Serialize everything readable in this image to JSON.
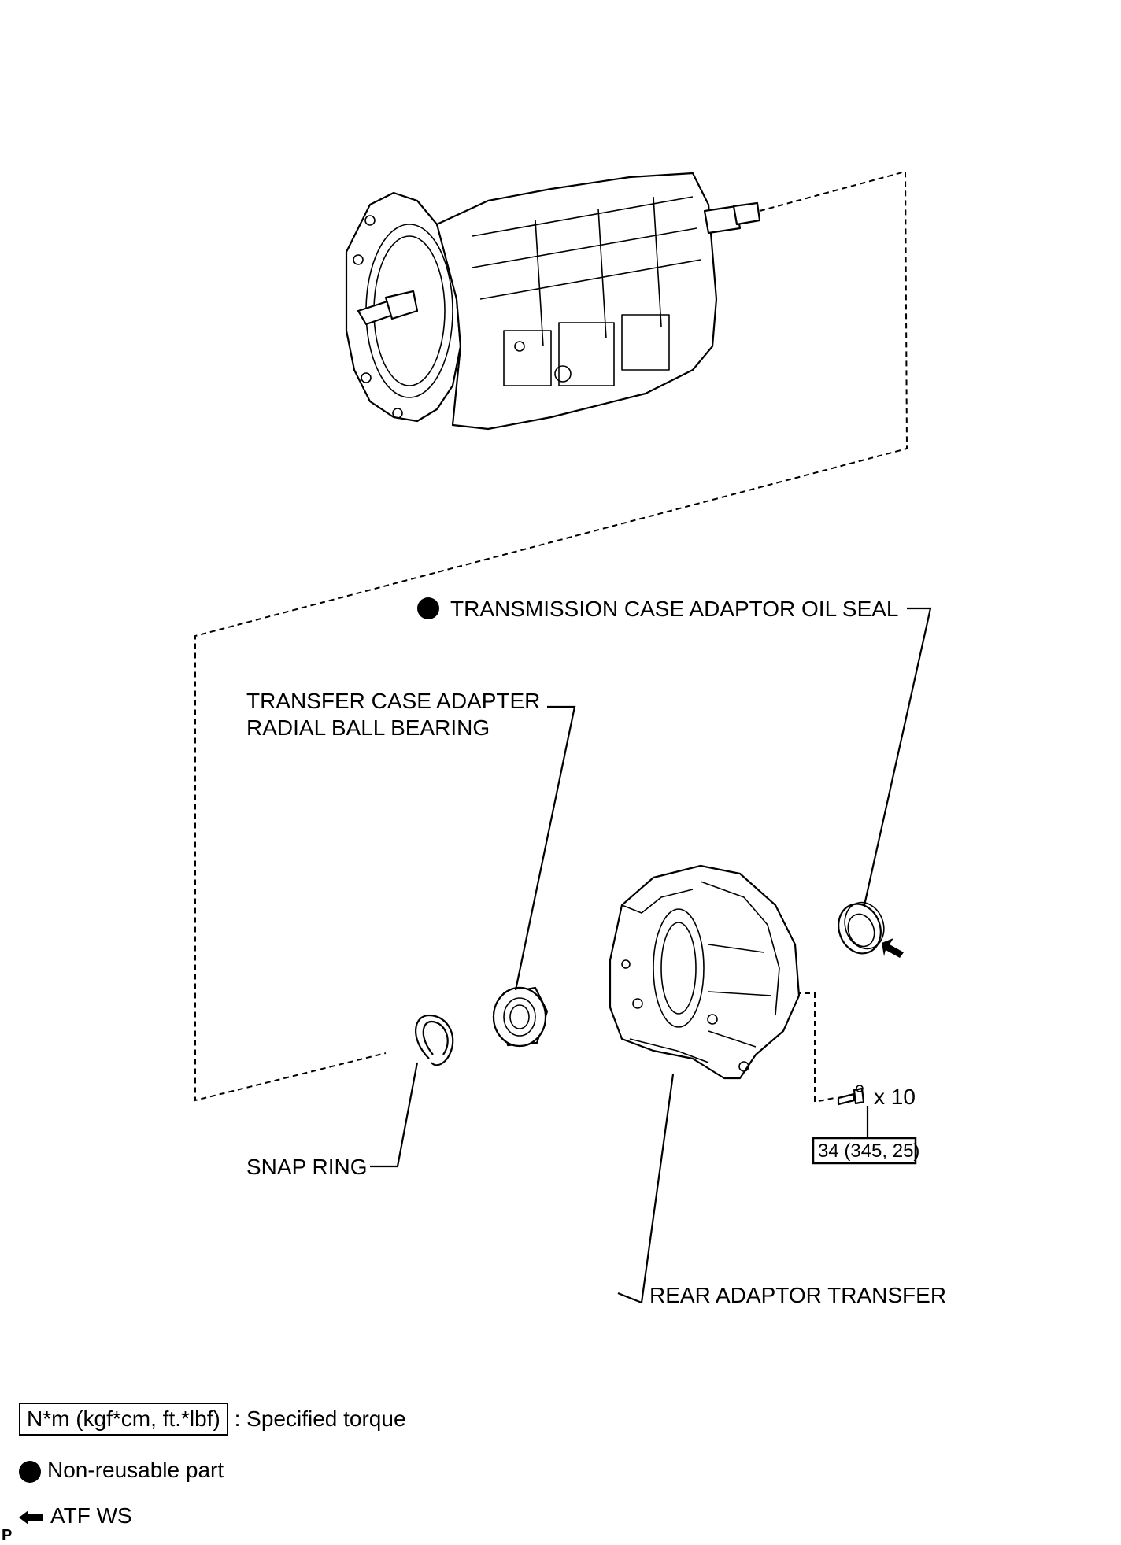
{
  "labels": {
    "oil_seal": "TRANSMISSION CASE ADAPTOR OIL SEAL",
    "bearing_line1": "TRANSFER CASE ADAPTER",
    "bearing_line2": "RADIAL BALL BEARING",
    "snap_ring": "SNAP RING",
    "rear_adaptor": "REAR ADAPTOR TRANSFER",
    "bolt_qty": "x 10",
    "bolt_torque": "34 (345, 25)"
  },
  "legend": {
    "torque_box": "N*m (kgf*cm, ft.*lbf)",
    "torque_text": ": Specified torque",
    "nonreusable_text": "Non-reusable part",
    "atf_text": "ATF WS"
  },
  "footer": "P",
  "icons": [
    "non-reusable-dot-icon",
    "atf-arrow-icon"
  ]
}
